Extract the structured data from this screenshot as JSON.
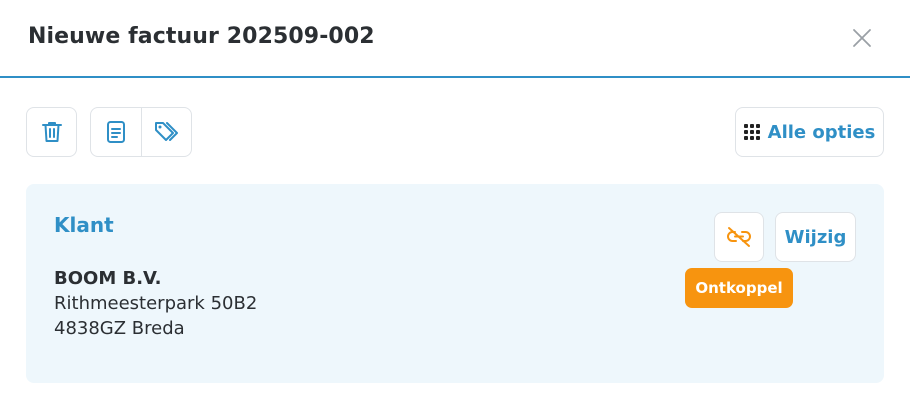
{
  "dialog": {
    "title": "Nieuwe factuur 202509-002",
    "close_icon": "close-icon"
  },
  "toolbar": {
    "delete_icon": "trash-icon",
    "document_icon": "document-icon",
    "tag_icon": "tag-icon",
    "options_icon": "grid-icon",
    "options_label": "Alle opties"
  },
  "customer": {
    "heading": "Klant",
    "name": "BOOM B.V.",
    "address_line1": "Rithmeesterpark 50B2",
    "address_line2": "4838GZ Breda",
    "unlink_icon": "unlink-icon",
    "edit_label": "Wijzig",
    "unlink_tooltip": "Ontkoppel"
  },
  "colors": {
    "accent": "#2f8fc6",
    "warning": "#f7940f",
    "panel_background": "#eef7fc",
    "border": "#dfe3e7"
  }
}
